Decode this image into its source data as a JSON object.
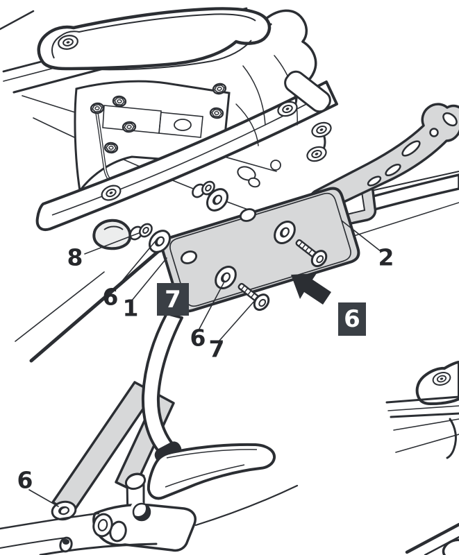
{
  "diagram": {
    "type": "exploded-assembly-line-drawing",
    "callouts": [
      {
        "label": "8"
      },
      {
        "label": "6"
      },
      {
        "label": "1"
      },
      {
        "label": "6"
      },
      {
        "label": "7"
      },
      {
        "label": "2"
      },
      {
        "label": "6"
      }
    ],
    "step_boxes": [
      {
        "label": "7"
      },
      {
        "label": "6"
      }
    ],
    "arrow": {
      "icon": "bold-arrow-up-left"
    },
    "colors": {
      "line": "#2b2e33",
      "gray_fill": "#d7d8d9",
      "box_bg": "#3a3f45",
      "box_text": "#ffffff",
      "background": "#ffffff"
    }
  }
}
